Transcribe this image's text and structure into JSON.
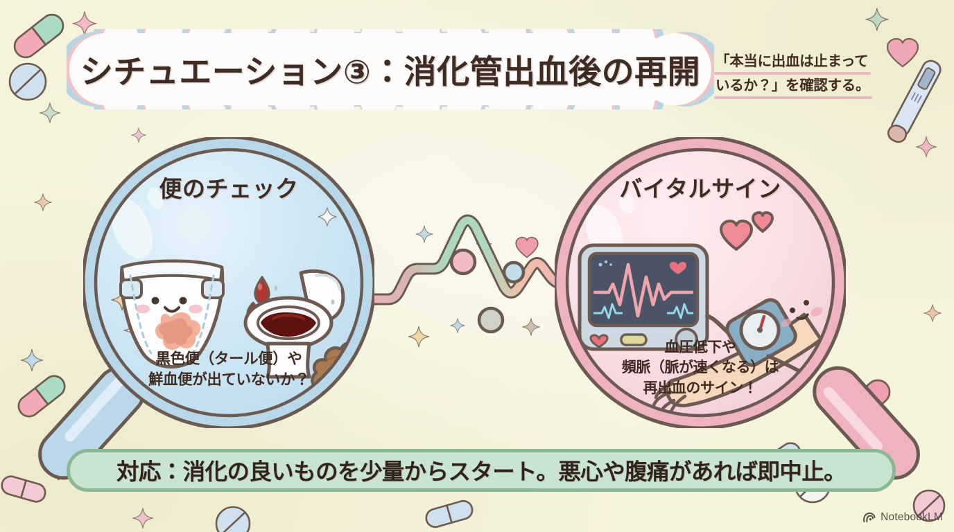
{
  "page": {
    "background_color": "#f6f3dd",
    "ink_color": "#3f2b22"
  },
  "title": {
    "text": "シチュエーション③：消化管出血後の再開",
    "bubble_fill": "#ffffff",
    "bubble_outline_pink": "#f0c3c9",
    "bubble_outline_blue": "#b9d6e3"
  },
  "note": {
    "line1": "「本当に出血は止まって",
    "line2": "いるか？」を確認する。",
    "underline_color": "#e8afc0"
  },
  "panels": [
    {
      "id": "stool-check",
      "heading": "便のチェック",
      "body_line1": "黒色便（タール便）や",
      "body_line2": "鮮血便が出ていないか？",
      "lens_fill": "#cfe6f2",
      "ring_color": "#b8d7e8",
      "outline_color": "#6b5a51",
      "icons": [
        "diaper-icon",
        "toilet-icon",
        "blood-drop-icon",
        "poop-icon"
      ]
    },
    {
      "id": "vital-signs",
      "heading": "バイタルサイン",
      "body_line1": "血圧低下や",
      "body_line2": "頻脈（脈が速くなる）は",
      "body_line3": "再出血のサイン！",
      "lens_fill": "#f7dde2",
      "ring_color": "#eeb3bf",
      "outline_color": "#6b5a51",
      "icons": [
        "vital-monitor-icon",
        "heart-icon",
        "blood-pressure-cuff-icon"
      ]
    }
  ],
  "connector": {
    "name": "ecg-connector",
    "left_color": "#efb6bd",
    "right_color": "#efb6bd",
    "node_colors": [
      "#f0b9c2",
      "#c2dcea",
      "#cfd3c6"
    ]
  },
  "banner": {
    "text": "対応：消化の良いものを少量からスタート。悪心や腹痛があれば即中止。",
    "fill": "#c9e4cf",
    "border": "#8bb894"
  },
  "watermark": {
    "label": "NotebookLM"
  },
  "decorations": {
    "sparkles": [
      "sparkle-icon"
    ],
    "pills": [
      "capsule-pill-icon",
      "round-tablet-icon"
    ],
    "hearts": [
      "heart-icon"
    ],
    "thermometer": "thermometer-icon"
  }
}
